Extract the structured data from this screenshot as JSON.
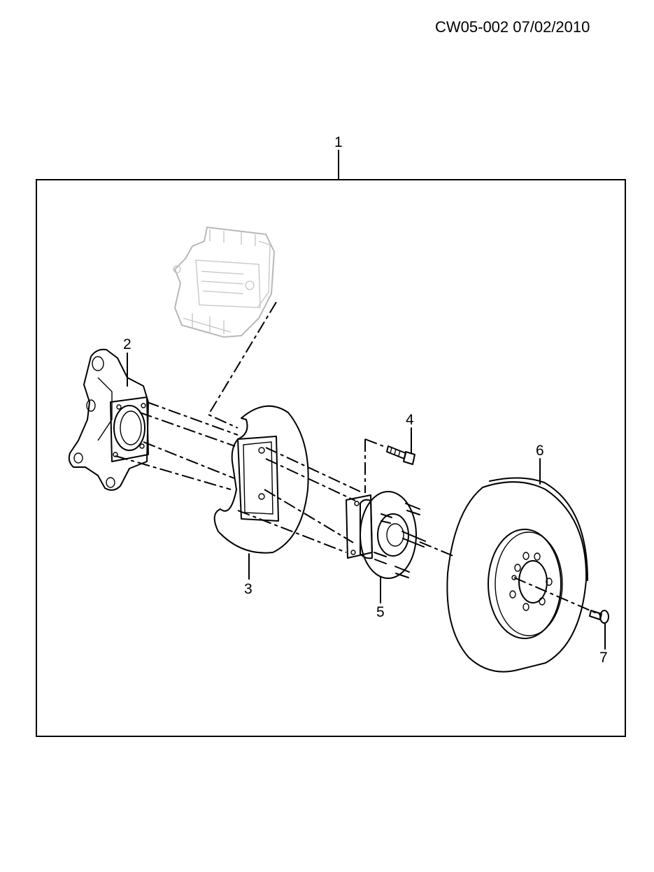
{
  "document": {
    "id_date": "CW05-002 07/02/2010"
  },
  "callouts": {
    "assembly": "1",
    "knuckle": "2",
    "backing_plate": "3",
    "bolt": "4",
    "hub_bearing": "5",
    "rotor": "6",
    "screw": "7"
  }
}
